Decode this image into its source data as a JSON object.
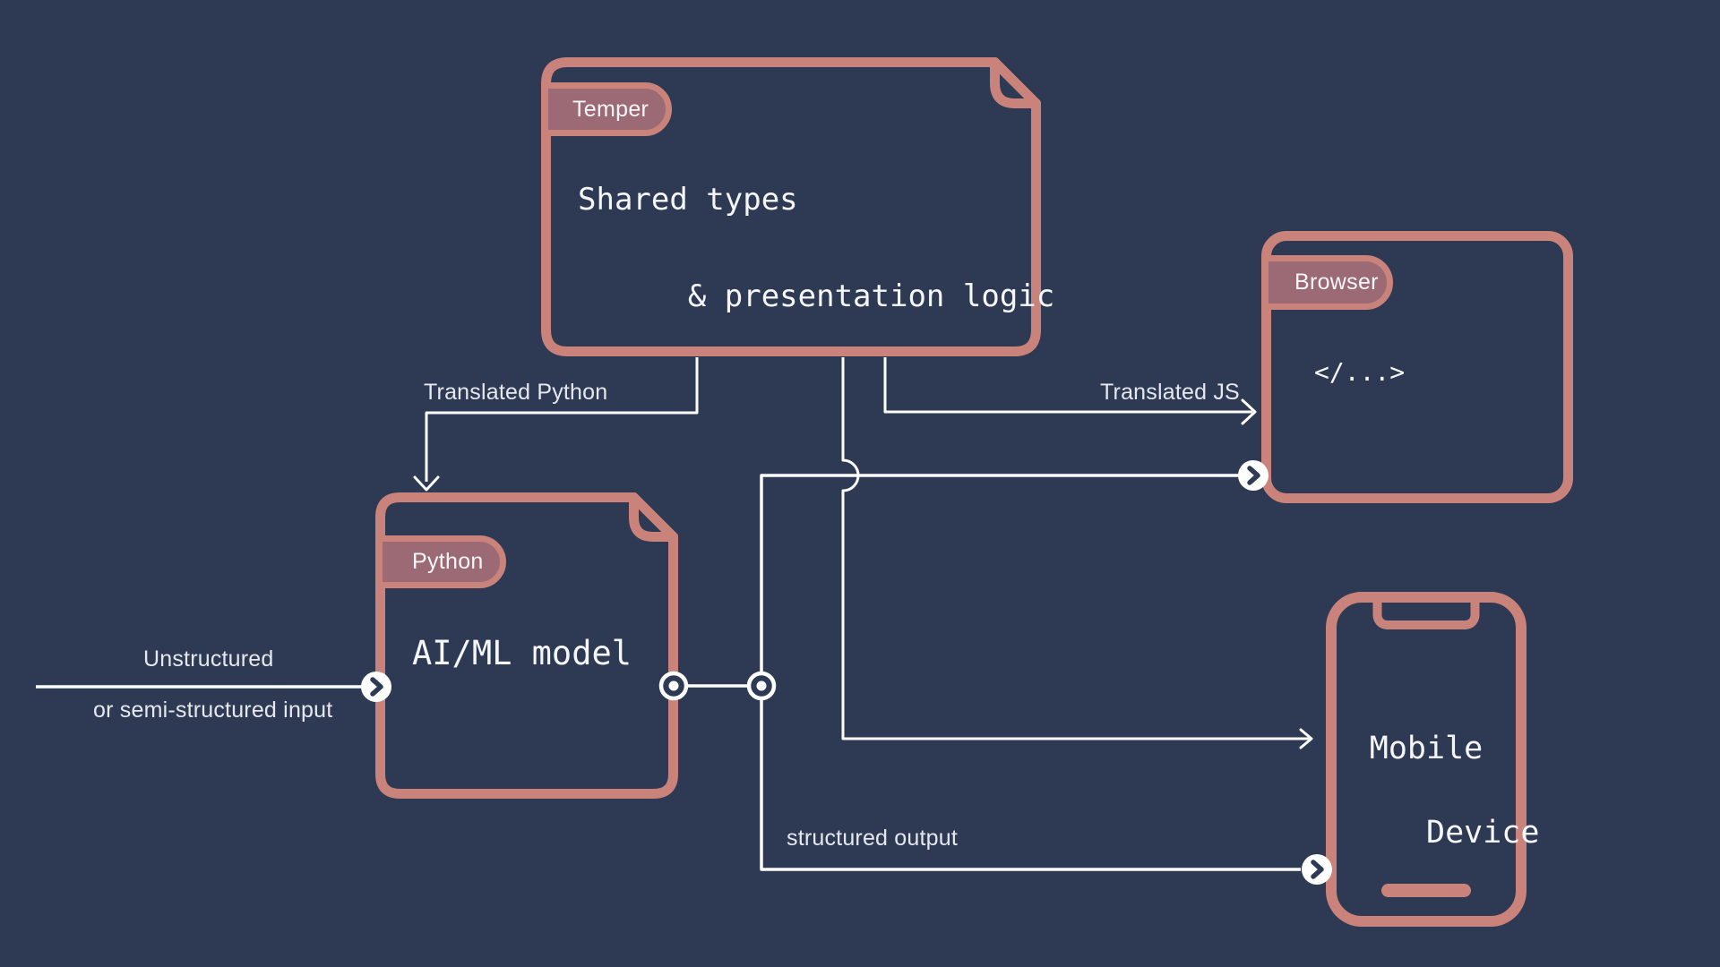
{
  "colors": {
    "bg": "#2E3A54",
    "accent": "#C9837B",
    "tag-fill": "#9C6A74",
    "wire": "#FFFFFF",
    "label": "#E6E8ED",
    "text": "#F5F6F8"
  },
  "nodes": {
    "temper": {
      "tag": "Temper",
      "title_line1": "Shared types",
      "title_line2": "& presentation logic"
    },
    "python": {
      "tag": "Python",
      "title": "AI/ML model"
    },
    "browser": {
      "tag": "Browser",
      "code": "</...>"
    },
    "mobile": {
      "title_line1": "Mobile",
      "title_line2": "Device"
    }
  },
  "edges": {
    "input": {
      "label_line1": "Unstructured",
      "label_line2": "or semi-structured input"
    },
    "translated_python": {
      "label": "Translated Python"
    },
    "translated_js": {
      "label": "Translated JS"
    },
    "structured_output": {
      "label": "structured output"
    }
  }
}
